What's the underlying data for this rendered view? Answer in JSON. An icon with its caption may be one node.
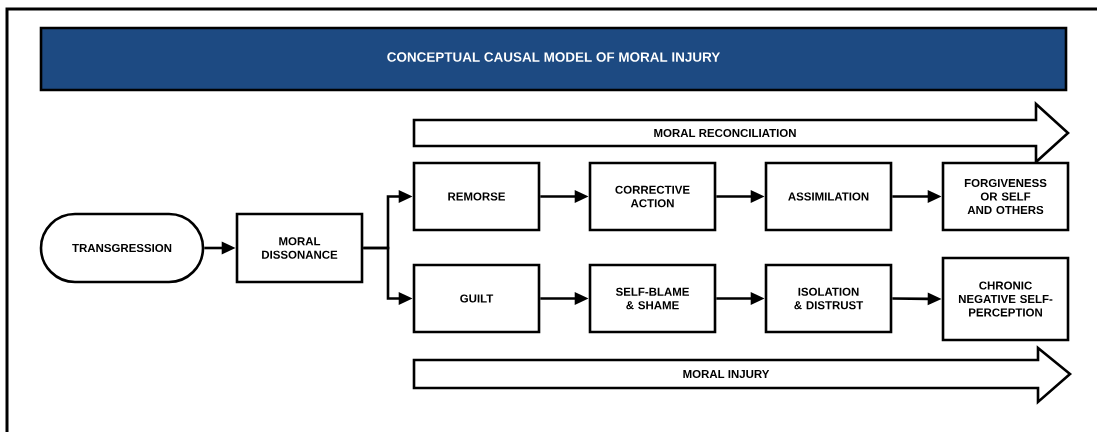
{
  "diagram": {
    "title": "CONCEPTUAL CAUSAL MODEL OF MORAL INJURY",
    "nodes": [
      {
        "text": [
          "MORAL RECONCILIATION"
        ]
      },
      {
        "text": [
          "TRANSGRESSION"
        ]
      },
      {
        "text": [
          "MORAL DISSONANCE"
        ]
      },
      {
        "text": [
          "REMORSE"
        ]
      },
      {
        "text": [
          "CORRECTIVE ACTION"
        ]
      },
      {
        "text": [
          "ASSIMILATION"
        ]
      },
      {
        "text": [
          "FORGIVENESS OR SELF AND OTHERS"
        ]
      },
      {
        "text": [
          "GUILT"
        ]
      },
      {
        "text": [
          "SELF-BLAME & SHAME"
        ]
      },
      {
        "text": [
          "ISOLATION & DISTRUST"
        ]
      },
      {
        "text": [
          "CHRONIC NEGATIVE SELF-PERCEPTION"
        ]
      },
      {
        "text": [
          "MORAL INJURY"
        ]
      }
    ],
    "edges": [
      {
        "from": 1,
        "to": 2,
        "arrow": "to"
      },
      {
        "from": 2,
        "to": 3,
        "arrow": "to"
      },
      {
        "from": 2,
        "to": 7,
        "arrow": "to"
      },
      {
        "from": 3,
        "to": 4,
        "arrow": "to"
      },
      {
        "from": 4,
        "to": 5,
        "arrow": "to"
      },
      {
        "from": 5,
        "to": 6,
        "arrow": "to"
      },
      {
        "from": 7,
        "to": 8,
        "arrow": "to"
      },
      {
        "from": 8,
        "to": 9,
        "arrow": "to"
      },
      {
        "from": 9,
        "to": 10,
        "arrow": "to"
      }
    ]
  }
}
